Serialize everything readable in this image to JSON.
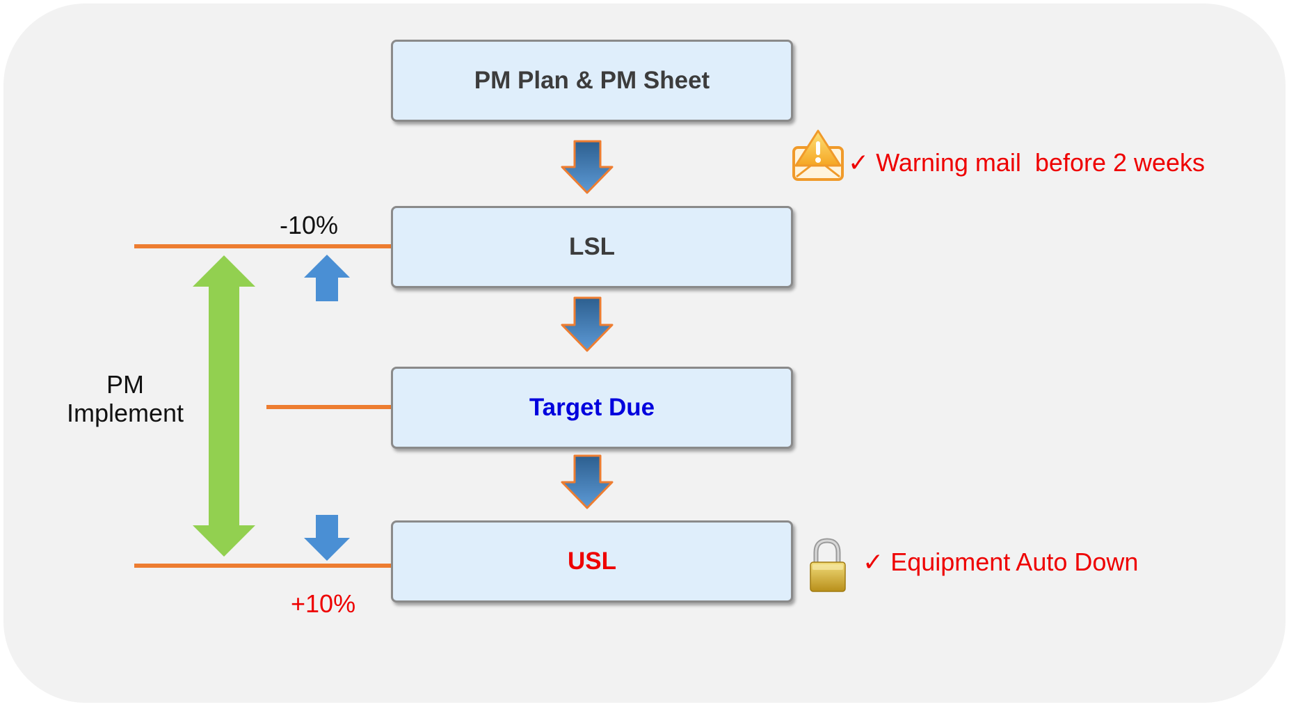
{
  "boxes": {
    "plan": "PM Plan & PM Sheet",
    "lsl": "LSL",
    "target": "Target Due",
    "usl": "USL"
  },
  "side": {
    "minus_pct": "-10%",
    "plus_pct": "+10%",
    "pm_line1": "PM",
    "pm_line2": "Implement"
  },
  "notes": {
    "warning_check": "✓",
    "warning_text": "Warning mail  before 2 weeks",
    "auto_check": "✓",
    "auto_text": "Equipment Auto Down"
  },
  "icons": {
    "warning": "warning-mail-icon",
    "lock": "padlock-icon"
  },
  "colors": {
    "box_fill": "#dfeefb",
    "target_text": "#0000dd",
    "usl_text": "#ee0000",
    "note_text": "#ee0000",
    "orange_line": "#ed7d31",
    "flow_arrow": "#3d78b0",
    "double_arrow": "#92d050",
    "small_arrow": "#4a8fd4"
  }
}
